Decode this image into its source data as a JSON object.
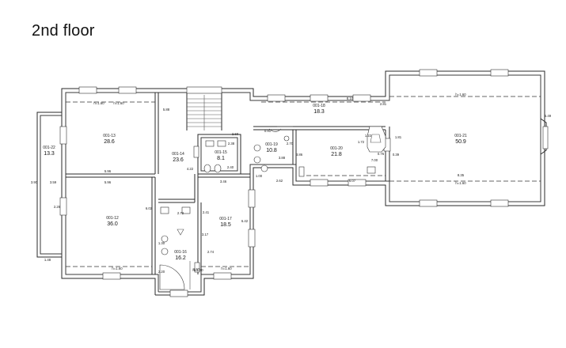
{
  "title": "2nd floor",
  "rooms": [
    {
      "id": "001-13",
      "area": "28.6"
    },
    {
      "id": "001-12",
      "area": "36.0"
    },
    {
      "id": "001-14",
      "area": "23.6"
    },
    {
      "id": "001-15",
      "area": "8.1"
    },
    {
      "id": "001-16",
      "area": "16.2"
    },
    {
      "id": "001-17",
      "area": "18.5"
    },
    {
      "id": "001-18",
      "area": "18.3"
    },
    {
      "id": "001-19",
      "area": "10.8"
    },
    {
      "id": "001-20",
      "area": "21.8"
    },
    {
      "id": "001-21",
      "area": "50.9"
    },
    {
      "id": "001-22",
      "area": "13.3"
    }
  ],
  "dimensions": [
    "h=1.60",
    "h=1.60",
    "h=1.60",
    "h=1.60",
    "h=1.60",
    "h=1.60",
    "h=1.60",
    "5.96",
    "5.96",
    "5.88",
    "8.10",
    "8.35",
    "3.90",
    "3.59",
    "2.81",
    "2.26",
    "2.72",
    "2.60",
    "2.38",
    "2.40",
    "4.22",
    "3.46",
    "6.42",
    "6.02",
    "2.41",
    "2.74",
    "3.97",
    "5.49",
    "0.91",
    "2.70",
    "1.22",
    "1.72",
    "1.81",
    "7.00",
    "6.07",
    "2.62",
    "3.88",
    "3.86",
    "1.48",
    "3.17",
    "0.76",
    "0.39",
    "1.00",
    "2.20",
    "1.30"
  ]
}
